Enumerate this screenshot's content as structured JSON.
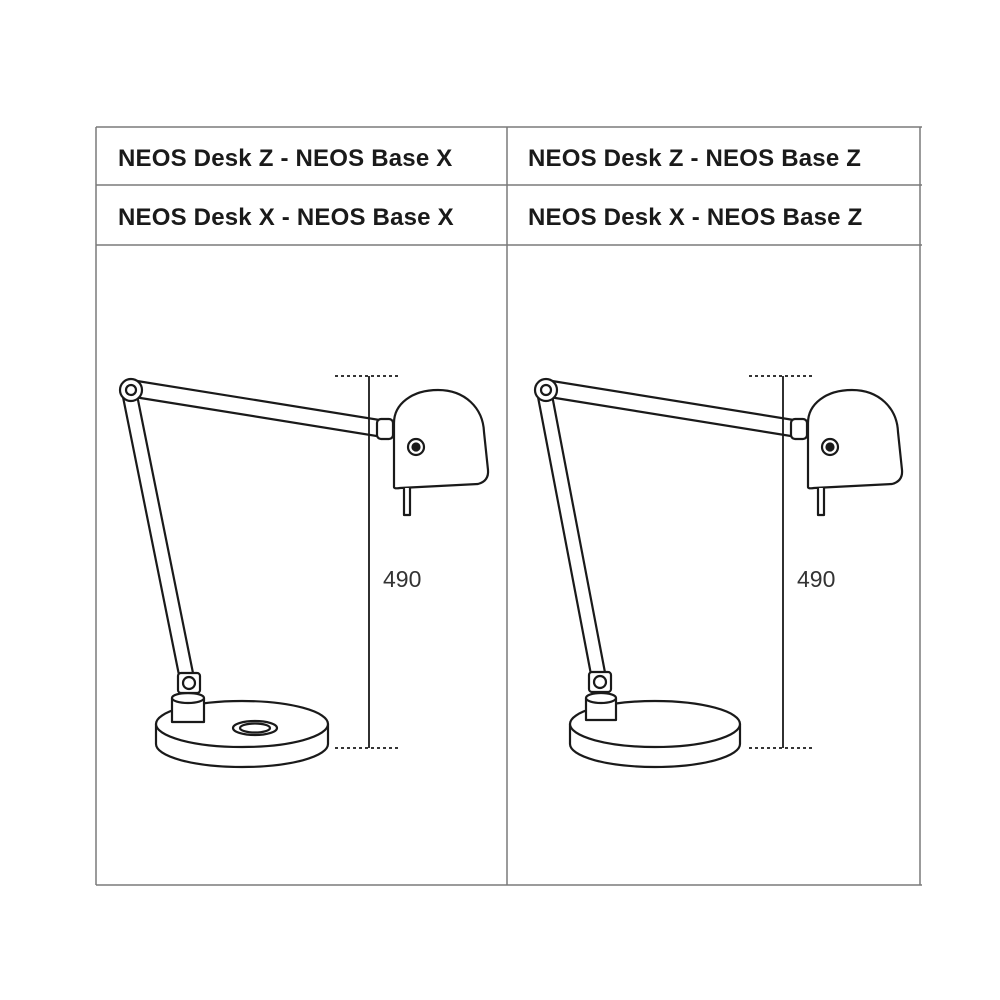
{
  "header": {
    "row1": {
      "left": "NEOS Desk Z - NEOS Base X",
      "right": "NEOS Desk Z - NEOS Base Z"
    },
    "row2": {
      "left": "NEOS Desk X - NEOS Base X",
      "right": "NEOS Desk X - NEOS Base Z"
    }
  },
  "drawings": {
    "left": {
      "height_dimension": "490"
    },
    "right": {
      "height_dimension": "490"
    }
  },
  "colors": {
    "line": "#1a1a1a",
    "grid": "#7a7a7a"
  }
}
